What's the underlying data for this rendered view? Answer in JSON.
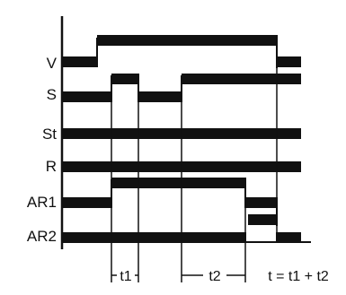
{
  "signals": [
    {
      "id": "V",
      "label": "V"
    },
    {
      "id": "S",
      "label": "S"
    },
    {
      "id": "St",
      "label": "St"
    },
    {
      "id": "R",
      "label": "R"
    },
    {
      "id": "AR1",
      "label": "AR1"
    },
    {
      "id": "AR2",
      "label": "AR2"
    }
  ],
  "intervals": [
    {
      "id": "t1",
      "label": "t1"
    },
    {
      "id": "t2",
      "label": "t2"
    }
  ],
  "formula": "t = t1 + t2",
  "colors": {
    "ink": "#111111",
    "background": "#ffffff"
  }
}
